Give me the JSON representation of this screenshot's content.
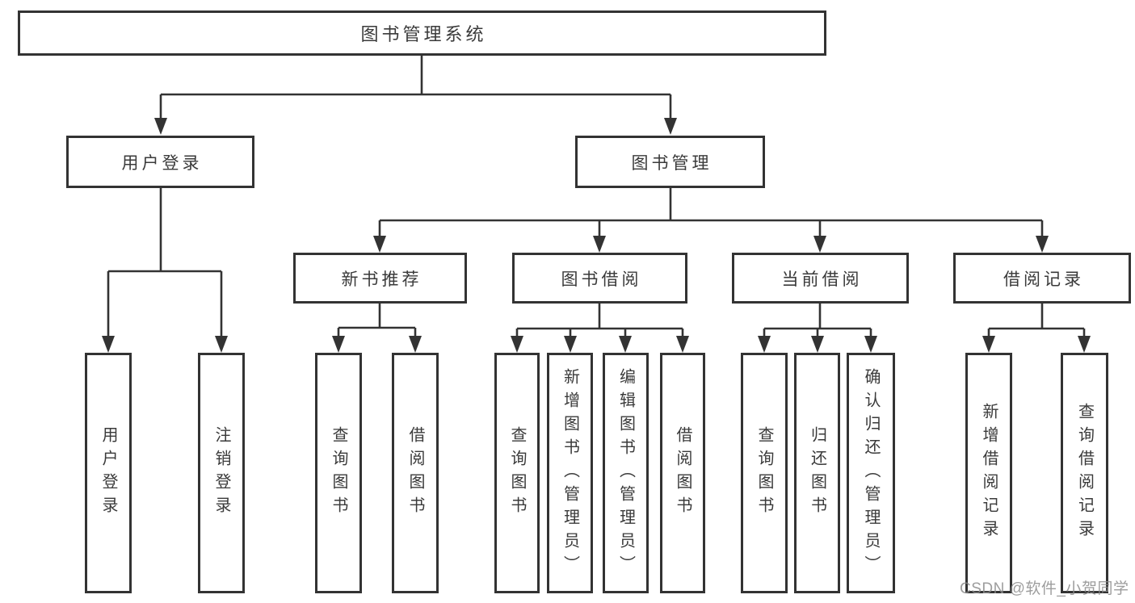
{
  "diagram": {
    "root": {
      "label": "图书管理系统"
    },
    "branches": [
      {
        "label": "用户登录",
        "children": [
          {
            "label": "用户登录"
          },
          {
            "label": "注销登录"
          }
        ]
      },
      {
        "label": "图书管理",
        "children": [
          {
            "label": "新书推荐",
            "children": [
              {
                "label": "查询图书"
              },
              {
                "label": "借阅图书"
              }
            ]
          },
          {
            "label": "图书借阅",
            "children": [
              {
                "label": "查询图书"
              },
              {
                "label": "新增图书（管理员）"
              },
              {
                "label": "编辑图书（管理员）"
              },
              {
                "label": "借阅图书"
              }
            ]
          },
          {
            "label": "当前借阅",
            "children": [
              {
                "label": "查询图书"
              },
              {
                "label": "归还图书"
              },
              {
                "label": "确认归还（管理员）"
              }
            ]
          },
          {
            "label": "借阅记录",
            "children": [
              {
                "label": "新增借阅记录"
              },
              {
                "label": "查询借阅记录"
              }
            ]
          }
        ]
      }
    ]
  },
  "watermark": "CSDN @软件_小贺同学",
  "colors": {
    "line": "#333333",
    "text": "#3a3a3a",
    "background": "#ffffff",
    "watermark": "#8c8c8c"
  }
}
